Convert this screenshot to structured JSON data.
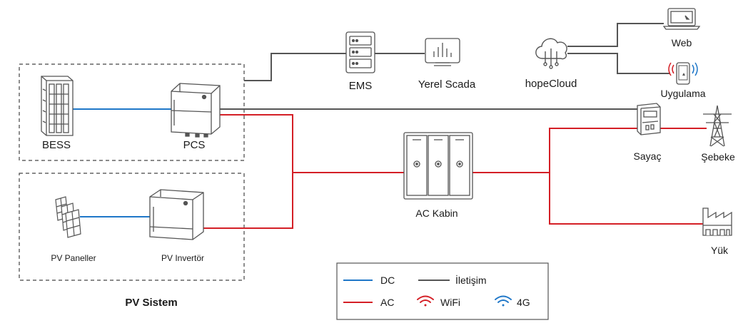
{
  "labels": {
    "bess": "BESS",
    "pcs": "PCS",
    "ems": "EMS",
    "local_scada": "Yerel Scada",
    "hope_cloud": "hopeCloud",
    "web": "Web",
    "app": "Uygulama",
    "meter": "Sayaç",
    "grid": "Şebeke",
    "ac_cabinet": "AC Kabin",
    "load": "Yük",
    "pv_panels": "PV Paneller",
    "pv_inverter": "PV Invertör",
    "pv_system": "PV Sistem"
  },
  "legend": {
    "dc": "DC",
    "comm": "İletişim",
    "ac": "AC",
    "wifi": "WiFi",
    "g4": "4G"
  },
  "colors": {
    "dc_line": "#1f77c8",
    "ac_line": "#d41f26",
    "comm_line": "#555555",
    "wifi_icon": "#d41f26",
    "g4_icon": "#1f77c8",
    "device_stroke": "#555555"
  }
}
